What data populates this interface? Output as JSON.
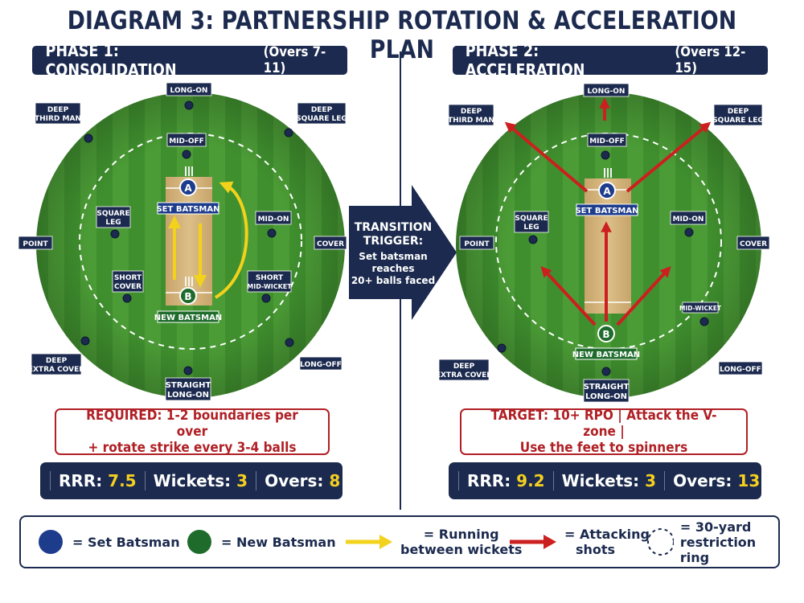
{
  "title": "DIAGRAM 3: PARTNERSHIP ROTATION & ACCELERATION PLAN",
  "phase1": {
    "heading": "PHASE 1: CONSOLIDATION",
    "overs": "(Overs 7-11)",
    "fielders": {
      "long_on": "LONG-ON",
      "deep_third_man_1": "DEEP",
      "deep_third_man_2": "THIRD MAN",
      "deep_square_leg_1": "DEEP",
      "deep_square_leg_2": "SQUARE LEG",
      "mid_off": "MID-OFF",
      "square_leg_1": "SQUARE",
      "square_leg_2": "LEG",
      "mid_on": "MID-ON",
      "point": "POINT",
      "cover": "COVER",
      "short_cover_1": "SHORT",
      "short_cover_2": "COVER",
      "short_mid_wicket_1": "SHORT",
      "short_mid_wicket_2": "MID-WICKET",
      "deep_extra_cover_1": "DEEP",
      "deep_extra_cover_2": "EXTRA COVER",
      "long_off": "LONG-OFF",
      "straight_long_on_1": "STRAIGHT",
      "straight_long_on_2": "LONG-ON"
    },
    "set_batsman_label": "SET BATSMAN",
    "new_batsman_label": "NEW BATSMAN",
    "note_strong": "REQUIRED:",
    "note_line1": " 1-2 boundaries per over",
    "note_line2": "+ rotate strike every 3-4 balls",
    "stats": {
      "rrr_label": "RRR:",
      "rrr": "7.5",
      "wickets_label": "Wickets:",
      "wickets": "3",
      "overs_label": "Overs:",
      "overs": "8"
    }
  },
  "phase2": {
    "heading": "PHASE 2: ACCELERATION",
    "overs": "(Overs 12-15)",
    "fielders": {
      "long_on": "LONG-ON",
      "deep_third_man_1": "DEEP",
      "deep_third_man_2": "THIRD MAN",
      "deep_square_leg_1": "DEEP",
      "deep_square_leg_2": "SQUARE LEG",
      "mid_off": "MID-OFF",
      "square_leg_1": "SQUARE",
      "square_leg_2": "LEG",
      "mid_on": "MID-ON",
      "point": "POINT",
      "cover": "COVER",
      "mid_wicket": "MID-WICKET",
      "deep_extra_cover_1": "DEEP",
      "deep_extra_cover_2": "EXTRA COVER",
      "long_off": "LONG-OFF",
      "straight_long_on_1": "STRAIGHT",
      "straight_long_on_2": "LONG-ON"
    },
    "set_batsman_label": "SET BATSMAN",
    "new_batsman_label": "NEW BATSMAN",
    "note_line1": "TARGET: 10+ RPO | Attack the V-zone |",
    "note_line2": "Use the feet to spinners",
    "stats": {
      "rrr_label": "RRR:",
      "rrr": "9.2",
      "wickets_label": "Wickets:",
      "wickets": "3",
      "overs_label": "Overs:",
      "overs": "13"
    }
  },
  "batsman_a": "A",
  "batsman_b": "B",
  "transition": {
    "line1": "TRANSITION",
    "line2": "TRIGGER:",
    "line3": "Set batsman",
    "line4": "reaches",
    "line5": "20+ balls faced"
  },
  "legend": {
    "set_batsman": "= Set Batsman",
    "new_batsman": "= New Batsman",
    "running_1": "= Running",
    "running_2": "between wickets",
    "attacking_1": "= Attacking",
    "attacking_2": "shots",
    "ring_1": "= 30-yard",
    "ring_2": "restriction ring"
  },
  "colors": {
    "navy": "#1b2a4e",
    "set_batsman": "#1e3c8c",
    "new_batsman": "#1f6b2c",
    "running_arrow": "#f2d21b",
    "attack_arrow": "#cc1f1f",
    "accent_red": "#b02025"
  }
}
